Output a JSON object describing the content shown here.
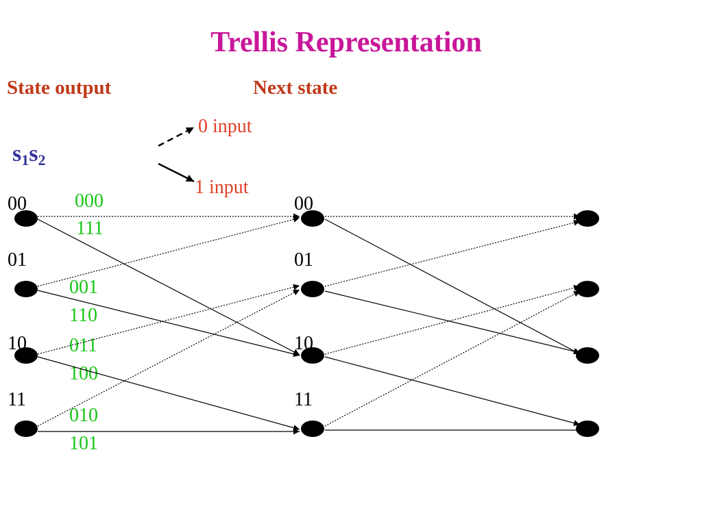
{
  "title": "Trellis Representation",
  "headers": {
    "state_output": "State  output",
    "next_state": "Next state"
  },
  "legend": {
    "zero_input": "0 input",
    "one_input": "1 input"
  },
  "state_variable": {
    "s1": "s",
    "sub1": "1",
    "s2": "s",
    "sub2": "2"
  },
  "states": [
    "00",
    "01",
    "10",
    "11"
  ],
  "outputs": {
    "s00": [
      "000",
      "111"
    ],
    "s01": [
      "001",
      "110"
    ],
    "s10": [
      "011",
      "100"
    ],
    "s11": [
      "010",
      "101"
    ]
  },
  "transitions": [
    {
      "from": "00",
      "input": 0,
      "to": "00"
    },
    {
      "from": "00",
      "input": 1,
      "to": "10"
    },
    {
      "from": "01",
      "input": 0,
      "to": "00"
    },
    {
      "from": "01",
      "input": 1,
      "to": "10"
    },
    {
      "from": "10",
      "input": 0,
      "to": "01"
    },
    {
      "from": "10",
      "input": 1,
      "to": "11"
    },
    {
      "from": "11",
      "input": 0,
      "to": "01"
    },
    {
      "from": "11",
      "input": 1,
      "to": "11"
    }
  ]
}
